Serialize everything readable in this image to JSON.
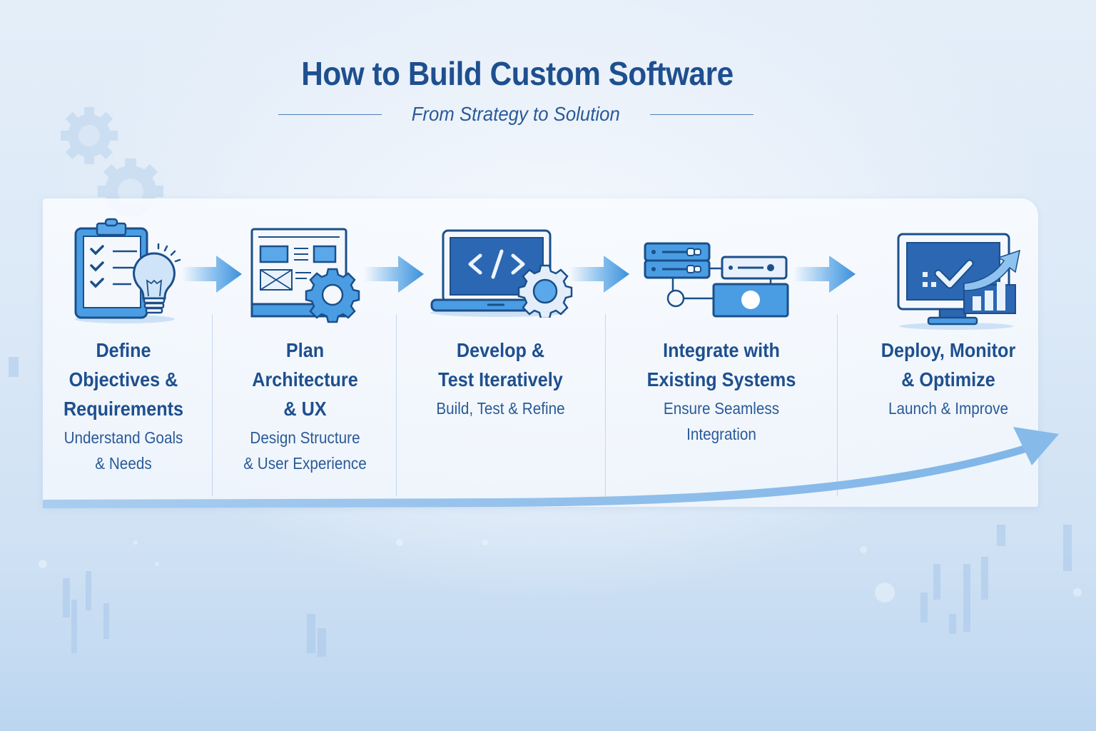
{
  "header": {
    "title": "How to Build Custom Software",
    "subtitle": "From Strategy to Solution"
  },
  "steps": [
    {
      "icon": "clipboard-lightbulb-icon",
      "title": "Define\nObjectives &\nRequirements",
      "description": "Understand Goals\n& Needs"
    },
    {
      "icon": "wireframe-gear-icon",
      "title": "Plan\nArchitecture\n& UX",
      "description": "Design Structure\n& User Experience"
    },
    {
      "icon": "laptop-code-gear-icon",
      "title": "Develop &\nTest Iteratively",
      "description": "Build, Test & Refine"
    },
    {
      "icon": "servers-network-icon",
      "title": "Integrate with\nExisting Systems",
      "description": "Ensure Seamless\nIntegration"
    },
    {
      "icon": "monitor-check-growth-icon",
      "title": "Deploy, Monitor\n& Optimize",
      "description": "Launch & Improve"
    }
  ],
  "colors": {
    "title": "#1e4f8f",
    "accent": "#3b8fdb",
    "icon_outline": "#1b4f8a",
    "icon_fill": "#4a9de3",
    "screen_dark": "#2b67b3"
  }
}
